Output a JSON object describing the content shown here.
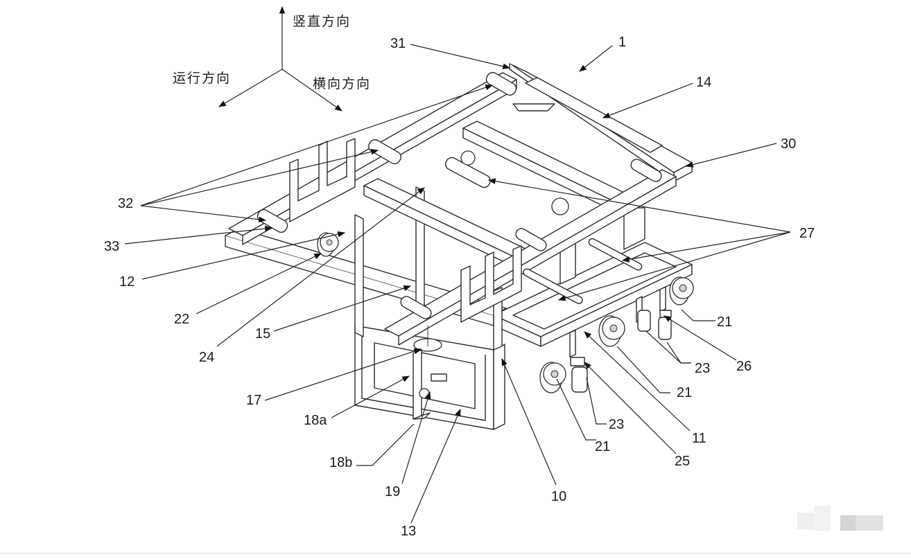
{
  "figure": {
    "type": "patent-isometric-drawing",
    "subject": "rail transport cart frame with wheels and carriers"
  },
  "axes": {
    "vertical": "竖直方向",
    "running": "运行方向",
    "transverse": "横向方向"
  },
  "labels": {
    "l1": "1",
    "l31": "31",
    "l14": "14",
    "l30": "30",
    "l32": "32",
    "l27": "27",
    "l33": "33",
    "l12": "12",
    "l22": "22",
    "l24": "24",
    "l15": "15",
    "l21a": "21",
    "l26": "26",
    "l23a": "23",
    "l21b": "21",
    "l17": "17",
    "l18a": "18a",
    "l18b": "18b",
    "l19": "19",
    "l13": "13",
    "l10": "10",
    "l23b": "23",
    "l21c": "21",
    "l25": "25",
    "l11": "11"
  },
  "colors": {
    "background": "#ffffff",
    "line": "#2b2b2b",
    "rule": "#ececec"
  }
}
